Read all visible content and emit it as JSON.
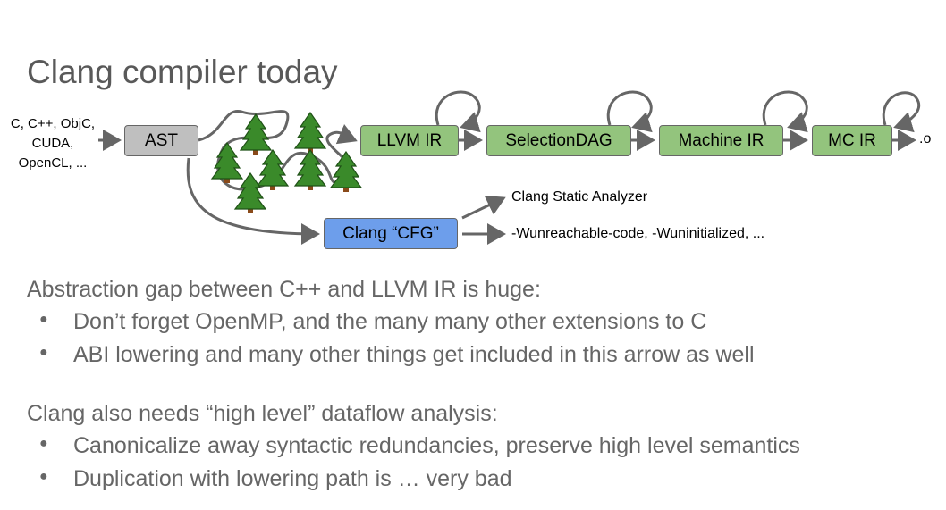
{
  "title": "Clang compiler today",
  "diagram": {
    "inputs": [
      "C, C++, ObjC,",
      "CUDA,",
      "OpenCL, ..."
    ],
    "ast": "AST",
    "llvm_ir": "LLVM IR",
    "selection_dag": "SelectionDAG",
    "machine_ir": "Machine IR",
    "mc_ir": "MC IR",
    "output": ".o",
    "clang_cfg": "Clang “CFG”",
    "static_analyzer": "Clang Static Analyzer",
    "warnings": "-Wunreachable-code, -Wuninitialized, ...",
    "colors": {
      "gray": "#bfbfbf",
      "green": "#93c47d",
      "blue": "#6d9eeb",
      "tree": "#3a8a2a"
    }
  },
  "sections": [
    {
      "heading": "Abstraction gap between C++ and LLVM IR is huge:",
      "bullets": [
        "Don’t forget OpenMP, and the many many other extensions to C",
        "ABI lowering and many other things get included in this arrow as well"
      ]
    },
    {
      "heading": "Clang also needs “high level” dataflow analysis:",
      "bullets": [
        "Canonicalize away syntactic redundancies, preserve high level semantics",
        "Duplication with lowering path is … very bad"
      ]
    }
  ],
  "bullet_glyph": "●"
}
